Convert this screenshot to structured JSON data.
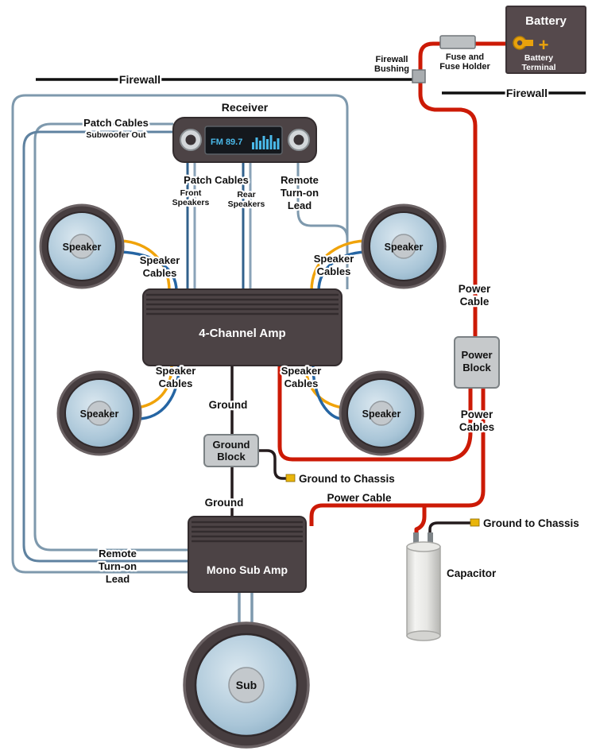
{
  "colors": {
    "power_red": "#cc1a06",
    "speaker_yellow": "#f0a30a",
    "speaker_blue": "#2565a3",
    "signal_steel": "#7e99ad",
    "component_dark": "#4c4345",
    "block_gray": "#c6c9cb",
    "display_blue": "#4ab9e9",
    "terminal_gold": "#e8a20c"
  },
  "battery": {
    "label": "Battery",
    "plus": "+",
    "terminal_line1": "Battery",
    "terminal_line2": "Terminal"
  },
  "fuse": {
    "line1": "Fuse and",
    "line2": "Fuse Holder"
  },
  "bushing": {
    "line1": "Firewall",
    "line2": "Bushing"
  },
  "firewall": {
    "left": "Firewall",
    "right": "Firewall"
  },
  "receiver": {
    "label": "Receiver",
    "display": "FM 89.7"
  },
  "patch_left": {
    "line1": "Patch Cables",
    "line2": "Subwoofer Out"
  },
  "patch_center": {
    "label": "Patch Cables",
    "front1": "Front",
    "front2": "Speakers",
    "rear1": "Rear",
    "rear2": "Speakers"
  },
  "remote_top": {
    "line1": "Remote",
    "line2": "Turn-on",
    "line3": "Lead"
  },
  "remote_bottom": {
    "line1": "Remote",
    "line2": "Turn-on",
    "line3": "Lead"
  },
  "speaker": {
    "label": "Speaker"
  },
  "speaker_cables": {
    "line1": "Speaker",
    "line2": "Cables"
  },
  "amp4": {
    "label": "4-Channel Amp"
  },
  "mono_amp": {
    "label": "Mono Sub Amp"
  },
  "power": {
    "cable1": "Power",
    "cable2": "Cable",
    "block1": "Power",
    "block2": "Block",
    "cables1": "Power",
    "cables2": "Cables",
    "cable_mono": "Power Cable"
  },
  "ground": {
    "top": "Ground",
    "bottom": "Ground",
    "block1": "Ground",
    "block2": "Block",
    "chassis": "Ground to Chassis"
  },
  "capacitor": {
    "label": "Capacitor"
  },
  "sub": {
    "label": "Sub"
  }
}
